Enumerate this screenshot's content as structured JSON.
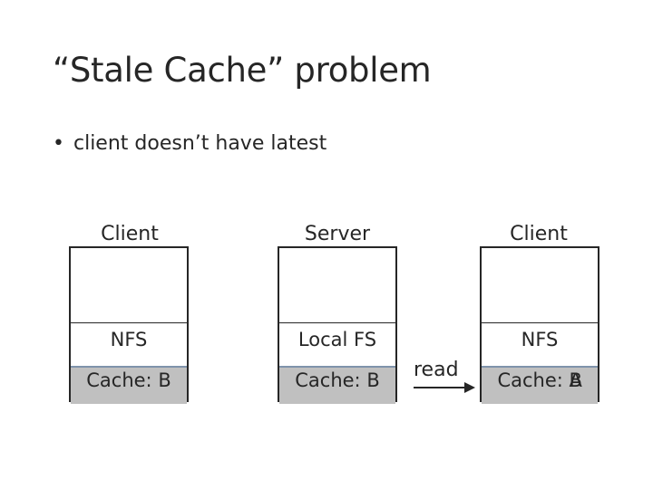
{
  "title": "“Stale Cache” problem",
  "bullet": {
    "symbol": "•",
    "text": "client doesn’t have latest"
  },
  "columns": [
    {
      "label": "Client",
      "layer": "NFS",
      "cache_prefix": "Cache: ",
      "cache_value": "B"
    },
    {
      "label": "Server",
      "layer": "Local FS",
      "cache_prefix": "Cache: ",
      "cache_value": "B"
    },
    {
      "label": "Client",
      "layer": "NFS",
      "cache_prefix": "Cache: ",
      "cache_values_overlapping": [
        "A",
        "B"
      ]
    }
  ],
  "arrow": {
    "label": "read"
  },
  "colors": {
    "text": "#262626",
    "cache_fill": "#c0c0c0",
    "cache_edge": "#7f93ab"
  }
}
